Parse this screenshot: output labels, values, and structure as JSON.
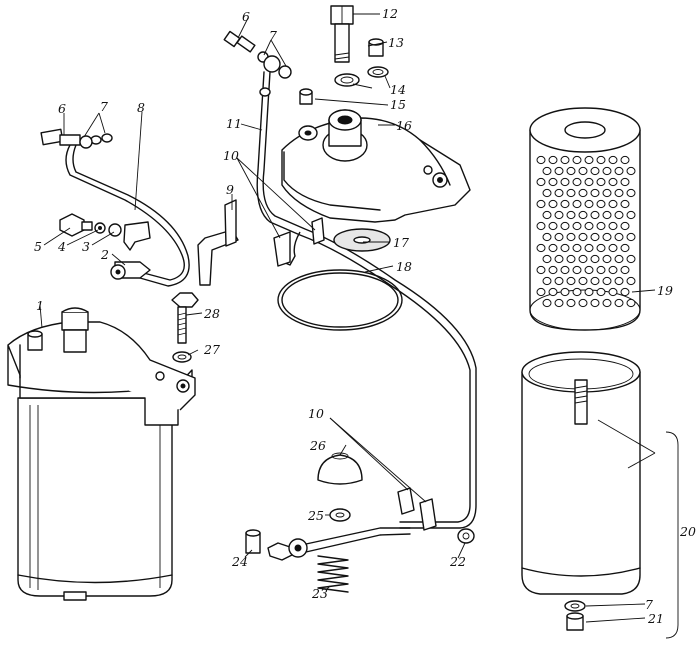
{
  "diagram": {
    "labels": {
      "l1": "1",
      "l2": "2",
      "l3": "3",
      "l4": "4",
      "l5": "5",
      "l6a": "6",
      "l6b": "6",
      "l7a": "7",
      "l7b": "7",
      "l7c": "7",
      "l8": "8",
      "l9": "9",
      "l10a": "10",
      "l10b": "10",
      "l11": "11",
      "l12": "12",
      "l13": "13",
      "l14": "14",
      "l15": "15",
      "l16": "16",
      "l17": "17",
      "l18": "18",
      "l19": "19",
      "l20": "20",
      "l21": "21",
      "l22": "22",
      "l23": "23",
      "l24": "24",
      "l25": "25",
      "l26": "26",
      "l27": "27",
      "l28": "28"
    }
  }
}
